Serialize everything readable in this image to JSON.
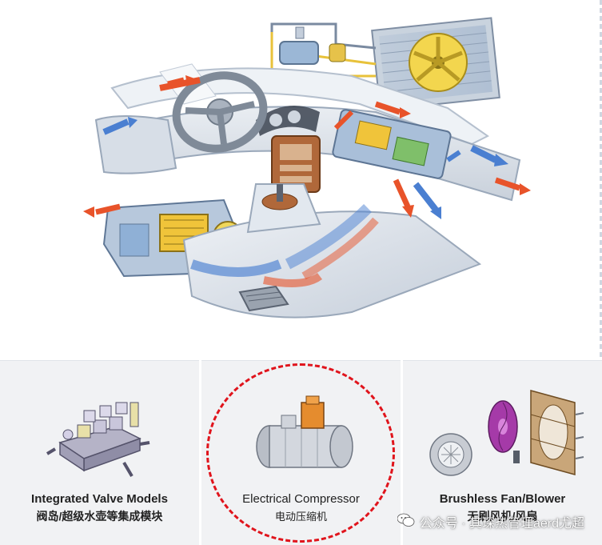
{
  "panels": [
    {
      "id": "valve",
      "label_en": "Integrated Valve Models",
      "label_zh": "阀岛/超级水壶等集成模块"
    },
    {
      "id": "compressor",
      "label_en": "Electrical Compressor",
      "label_zh": "电动压缩机"
    },
    {
      "id": "fan",
      "label_en": "Brushless Fan/Blower",
      "label_zh": "无刷风机/风扇"
    }
  ],
  "watermark": {
    "text": "公众号 · 其琛热管理aerd尤超",
    "icon": "wechat-icon"
  },
  "colors": {
    "highlight": "#e0141c",
    "hot_air": "#e8532a",
    "cold_air": "#4a7fd1",
    "panel_bg": "#f1f2f4"
  }
}
